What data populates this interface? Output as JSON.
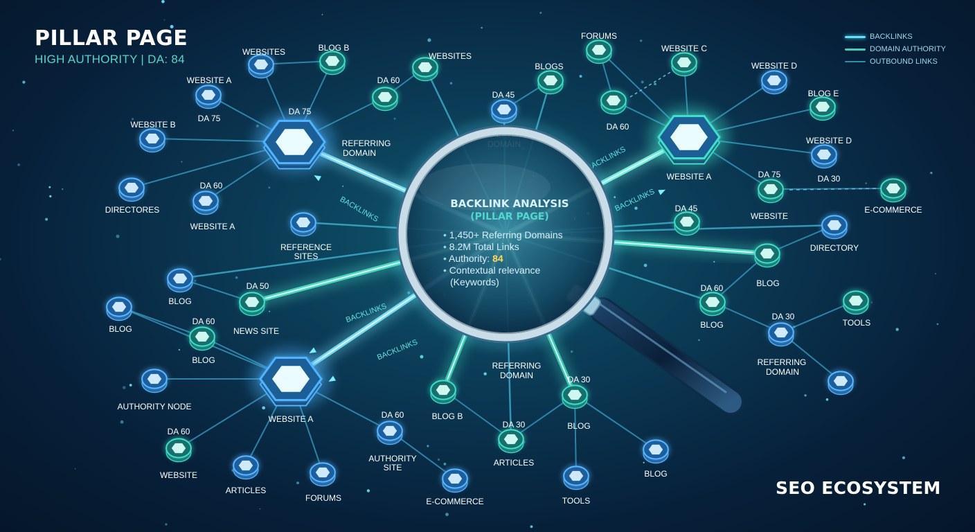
{
  "header": {
    "title": "PILLAR PAGE",
    "subtitle": "HIGH AUTHORITY | DA: 84"
  },
  "legend": [
    {
      "label": "BACKLINKS",
      "color": "#5fe3ff"
    },
    {
      "label": "DOMAIN AUTHORITY",
      "color": "#3fd1b8"
    },
    {
      "label": "OUTBOUND LINKS",
      "color": "#2f8fb0"
    }
  ],
  "footer": {
    "title": "SEO ECOSYSTEM"
  },
  "center_panel": {
    "title": "BACKLINK ANALYSIS",
    "subtitle": "(PILLAR PAGE)",
    "bullets": [
      "1,450+ Referring Domains",
      "8.2M Total Links",
      "Authority:",
      "Contextual relevance"
    ],
    "authority_value": "84",
    "continuation": "(Keywords)"
  },
  "hubs": [
    {
      "id": "hub-left-top",
      "label": "DA 75",
      "color": "#4fb4ff"
    },
    {
      "id": "hub-right-top",
      "label": "WEBSITE A",
      "color": "#3fe0c8"
    },
    {
      "id": "hub-left-bottom",
      "label": "WEBSITE A",
      "color": "#4fb4ff"
    }
  ],
  "nodes": [
    {
      "id": "n1",
      "label": "WEBSITES",
      "color": "blue"
    },
    {
      "id": "n2",
      "label": "BLOG B",
      "color": "teal"
    },
    {
      "id": "n3",
      "label": "WEBSITES",
      "color": "teal"
    },
    {
      "id": "n4",
      "label": "DA 60",
      "color": "teal"
    },
    {
      "id": "n5",
      "label": "WEBSITE A",
      "color": "blue"
    },
    {
      "id": "n6",
      "label": "DA 75",
      "color": "blue"
    },
    {
      "id": "n7",
      "label": "WEBSITE B",
      "color": "blue"
    },
    {
      "id": "n8",
      "label": "DIRECTORES",
      "color": "blue"
    },
    {
      "id": "n9",
      "label": "DA 60",
      "color": "blue"
    },
    {
      "id": "n10",
      "label": "WEBSITE A",
      "color": "blue"
    },
    {
      "id": "n11",
      "label": "REFERENCE",
      "color": "blue"
    },
    {
      "id": "n12",
      "label": "SITES",
      "color": "blue"
    },
    {
      "id": "n13",
      "label": "BLOG",
      "color": "blue"
    },
    {
      "id": "n14",
      "label": "DA 50",
      "color": "teal"
    },
    {
      "id": "n15",
      "label": "NEWS SITE",
      "color": "teal"
    },
    {
      "id": "n16",
      "label": "BLOG",
      "color": "blue"
    },
    {
      "id": "n17",
      "label": "DA 60",
      "color": "teal"
    },
    {
      "id": "n18",
      "label": "BLOG",
      "color": "teal"
    },
    {
      "id": "n19",
      "label": "AUTHORITY NODE",
      "color": "blue"
    },
    {
      "id": "n20",
      "label": "DA 60",
      "color": "teal"
    },
    {
      "id": "n21",
      "label": "WEBSITE",
      "color": "teal"
    },
    {
      "id": "n22",
      "label": "ARTICLES",
      "color": "blue"
    },
    {
      "id": "n23",
      "label": "FORUMS",
      "color": "blue"
    },
    {
      "id": "n24",
      "label": "DA 60",
      "color": "blue"
    },
    {
      "id": "n25",
      "label": "AUTHORITY",
      "color": "blue"
    },
    {
      "id": "n26",
      "label": "SITE",
      "color": "blue"
    },
    {
      "id": "n27",
      "label": "E-COMMERCE",
      "color": "blue"
    },
    {
      "id": "n28",
      "label": "BLOG B",
      "color": "teal"
    },
    {
      "id": "n29",
      "label": "DA 30",
      "color": "teal"
    },
    {
      "id": "n30",
      "label": "ARTICLES",
      "color": "teal"
    },
    {
      "id": "n31",
      "label": "DA 30",
      "color": "teal"
    },
    {
      "id": "n32",
      "label": "BLOG",
      "color": "teal"
    },
    {
      "id": "n33",
      "label": "TOOLS",
      "color": "blue"
    },
    {
      "id": "n34",
      "label": "BLOG",
      "color": "blue"
    },
    {
      "id": "n35",
      "label": "FORUMS",
      "color": "teal"
    },
    {
      "id": "n36",
      "label": "BLOGS",
      "color": "teal"
    },
    {
      "id": "n37",
      "label": "DA 45",
      "color": "blue"
    },
    {
      "id": "n38",
      "label": "REFERRING",
      "color": "blue"
    },
    {
      "id": "n39",
      "label": "DOMAIN",
      "color": "blue"
    },
    {
      "id": "n40",
      "label": "WEBSITE C",
      "color": "teal"
    },
    {
      "id": "n41",
      "label": "DA 60",
      "color": "teal"
    },
    {
      "id": "n42",
      "label": "WEBSITE D",
      "color": "blue"
    },
    {
      "id": "n43",
      "label": "BLOG E",
      "color": "teal"
    },
    {
      "id": "n44",
      "label": "WEBSITE D",
      "color": "blue"
    },
    {
      "id": "n45",
      "label": "DA 30",
      "color": "blue"
    },
    {
      "id": "n46",
      "label": "DA 75",
      "color": "teal"
    },
    {
      "id": "n47",
      "label": "WEBSITE",
      "color": "teal"
    },
    {
      "id": "n48",
      "label": "E-COMMERCE",
      "color": "teal"
    },
    {
      "id": "n49",
      "label": "DA 45",
      "color": "teal"
    },
    {
      "id": "n50",
      "label": "DIRECTORY",
      "color": "blue"
    },
    {
      "id": "n51",
      "label": "BLOG",
      "color": "teal"
    },
    {
      "id": "n52",
      "label": "DA 60",
      "color": "teal"
    },
    {
      "id": "n53",
      "label": "BLOG",
      "color": "teal"
    },
    {
      "id": "n54",
      "label": "TOOLS",
      "color": "teal"
    },
    {
      "id": "n55",
      "label": "DA 30",
      "color": "blue"
    },
    {
      "id": "n56",
      "label": "REFERRING",
      "color": "blue"
    },
    {
      "id": "n57",
      "label": "DOMAIN",
      "color": "blue"
    },
    {
      "id": "n58",
      "label": "",
      "color": "blue"
    }
  ],
  "labels": [
    {
      "id": "t1",
      "text": "REFERRING"
    },
    {
      "id": "t2",
      "text": "DOMAIN"
    },
    {
      "id": "t3",
      "text": "REFERRING"
    },
    {
      "id": "t4",
      "text": "DOMAIN"
    }
  ],
  "backlink_tags": [
    "BACKLINKS",
    "BACKLINKS",
    "BACKLINKS",
    "BACKLINKS",
    "BACKLINKS",
    "BACKLINKS"
  ]
}
